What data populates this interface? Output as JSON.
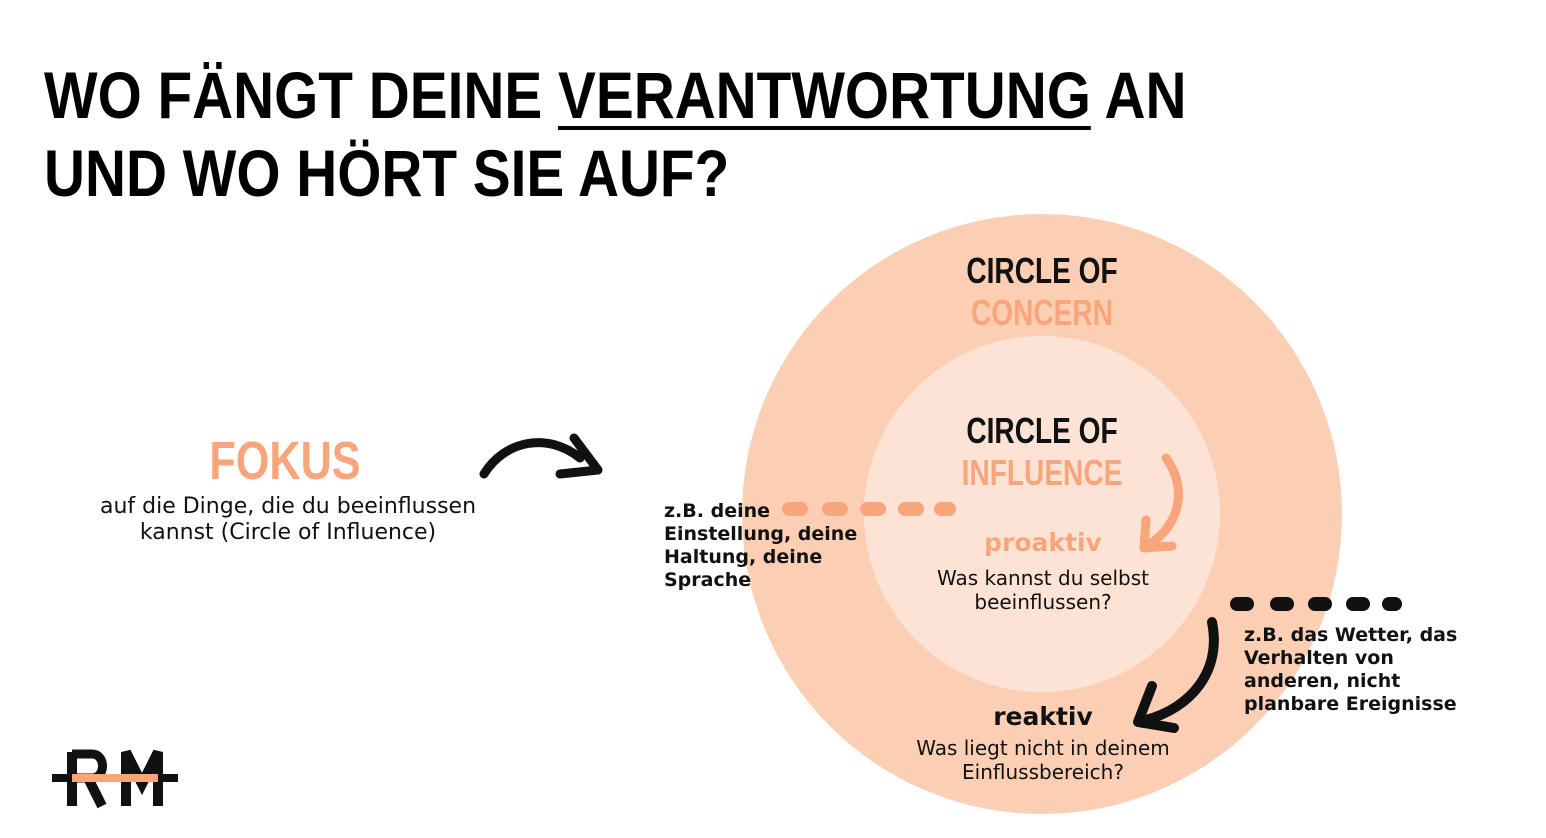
{
  "title": {
    "before": "Wo fängt deine",
    "underlined": "Verantwortung",
    "after": "an und wo hört sie auf?"
  },
  "outer_circle": {
    "label_line1": "Circle of",
    "label_line2": "Concern",
    "state": "reaktiv",
    "description": "Was liegt nicht in deinem Einflussbereich?"
  },
  "inner_circle": {
    "label_line1": "Circle of",
    "label_line2": "Influence",
    "state": "proaktiv",
    "description": "Was kannst du selbst beeinflussen?"
  },
  "fokus": {
    "heading": "Fokus",
    "description_line1": "auf die Dinge, die du beeinflussen",
    "description_line2": "kannst (Circle of Influence)"
  },
  "examples": {
    "influence": "z.B. deine Einstellung, deine Haltung, deine Sprache",
    "concern": "z.B. das Wetter, das Verhalten von anderen, nicht planbare Ereignisse"
  },
  "logo": {
    "text": "RM"
  },
  "colors": {
    "accent": "#f9a57b",
    "outer_circle": "#fccfb5",
    "inner_circle": "#fde3d5",
    "text": "#111111"
  }
}
